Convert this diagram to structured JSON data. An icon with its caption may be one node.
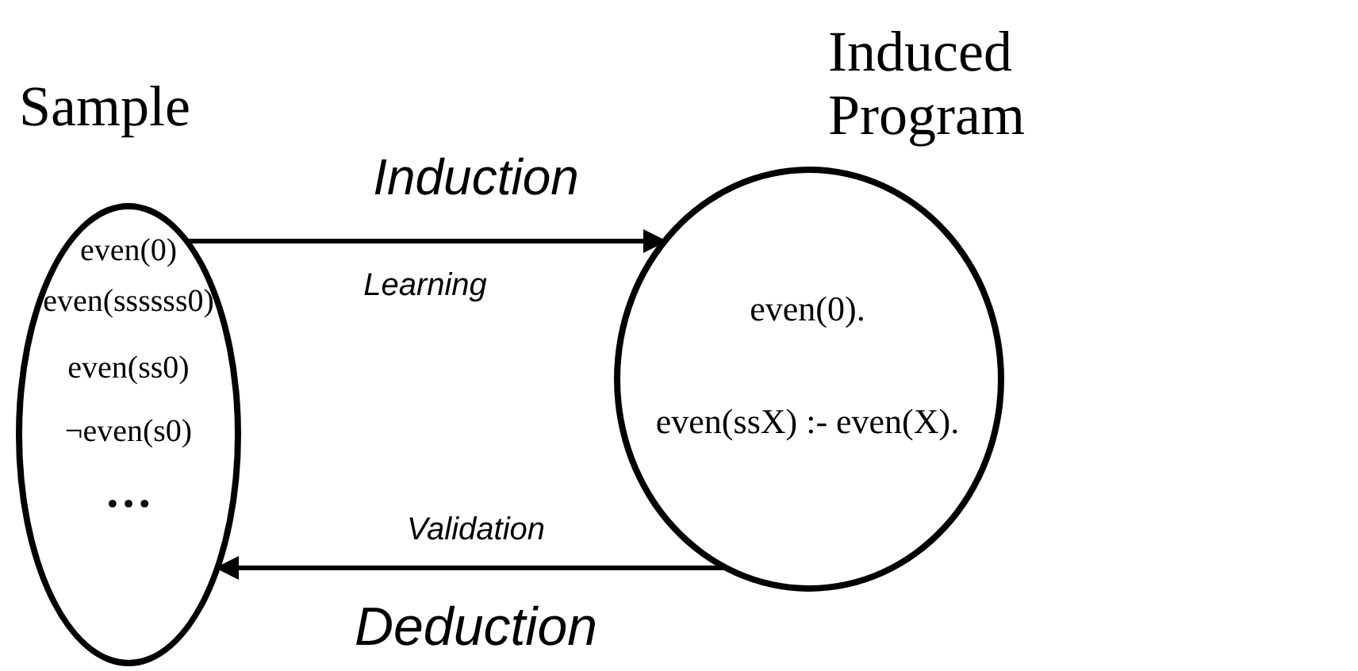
{
  "diagram": {
    "nodes": [
      {
        "text": [
          "Sample",
          "even(0)",
          "even(ssssss0)",
          "even(ss0)",
          "¬even(s0)",
          "…"
        ]
      },
      {
        "text": [
          "Induced Program",
          "even(0).",
          "even(ssX) :- even(X)."
        ]
      }
    ],
    "edges": [
      {
        "from": 0,
        "to": 1,
        "arrow": "to",
        "label": "Induction"
      },
      {
        "from": 1,
        "to": 0,
        "arrow": "to",
        "label": "Deduction"
      }
    ],
    "labels": [
      "Learning",
      "Validation"
    ]
  }
}
